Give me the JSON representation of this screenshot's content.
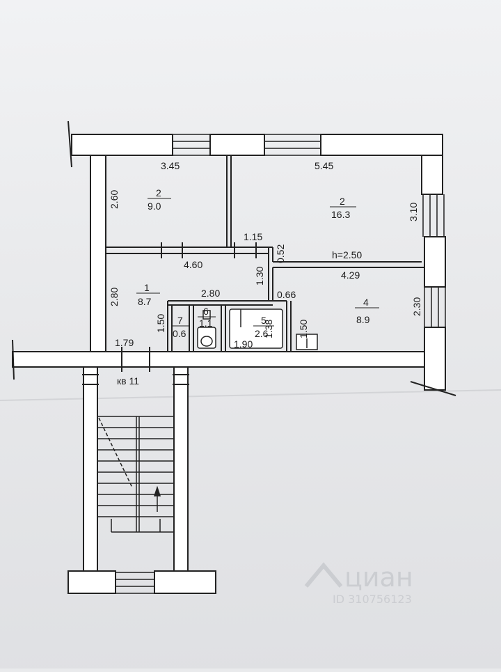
{
  "plan": {
    "ceiling_height": "h=2.50",
    "apartment_label": "кв 11",
    "rooms": {
      "r2a": {
        "number": "2",
        "area": "9.0"
      },
      "r2b": {
        "number": "2",
        "area": "16.3"
      },
      "r1": {
        "number": "1",
        "area": "8.7"
      },
      "r4": {
        "number": "4",
        "area": "8.9"
      },
      "r5": {
        "number": "5",
        "area": "2.6"
      },
      "r6": {
        "number": "6",
        "area": "1.1"
      },
      "r7": {
        "number": "7",
        "area": "0.6"
      }
    },
    "dimensions": {
      "d345": "3.45",
      "d545": "5.45",
      "d260": "2.60",
      "d310": "3.10",
      "d115": "1.15",
      "d052": "0.52",
      "d460": "4.60",
      "d130": "1.30",
      "d429": "4.29",
      "d280v": "2.80",
      "d280h": "2.80",
      "d066": "0.66",
      "d230": "2.30",
      "d150a": "1.50",
      "d138": "1.38",
      "d150b": "1.50",
      "d179": "1.79",
      "d190": "1.90"
    }
  },
  "watermark": {
    "brand": "циан",
    "id_text": "ID 310756123"
  }
}
